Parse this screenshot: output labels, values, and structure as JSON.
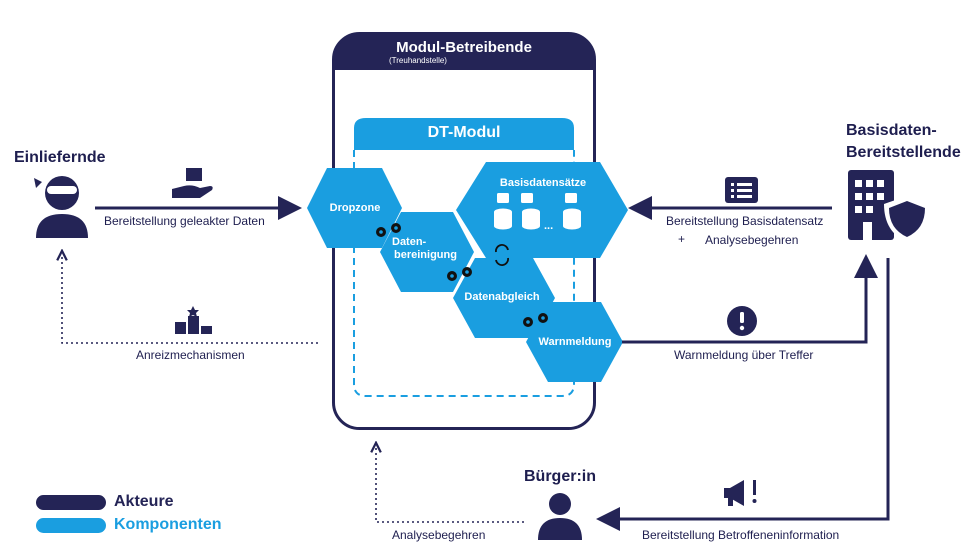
{
  "module": {
    "title": "Modul-Betreibende",
    "subtitle": "(Treuhandstelle)",
    "dt_title": "DT-Modul"
  },
  "components": {
    "dropzone": "Dropzone",
    "bereinigung_line1": "Daten-",
    "bereinigung_line2": "bereinigung",
    "abgleich": "Datenabgleich",
    "warnmeldung": "Warnmeldung",
    "basisdaten": "Basisdatensätze",
    "ellipsis": "..."
  },
  "actors": {
    "einliefernde": "Einliefernde",
    "basis_line1": "Basisdaten-",
    "basis_line2": "Bereitstellende",
    "buerger": "Bürger:in"
  },
  "flows": {
    "bereitstellung_geleakt": "Bereitstellung geleakter Daten",
    "anreiz": "Anreizmechanismen",
    "bereitstellung_basis": "Bereitstellung Basisdatensatz",
    "plus": "+",
    "analysebegehren": "Analysebegehren",
    "warnmeldung_treffer": "Warnmeldung über Treffer",
    "betroffenen": "Bereitstellung Betroffeneninformation",
    "analysebegehren_unten": "Analysebegehren"
  },
  "legend": {
    "akteure": "Akteure",
    "komponenten": "Komponenten"
  },
  "colors": {
    "navy": "#242456",
    "blue": "#1a9ee0",
    "white": "#ffffff"
  },
  "icons": [
    "hand-package-icon",
    "podium-icon",
    "list-icon",
    "alert-icon",
    "building-shield-icon",
    "megaphone-icon",
    "person-icon",
    "ninja-icon",
    "gear-icon",
    "refresh-icon",
    "database-icon"
  ]
}
